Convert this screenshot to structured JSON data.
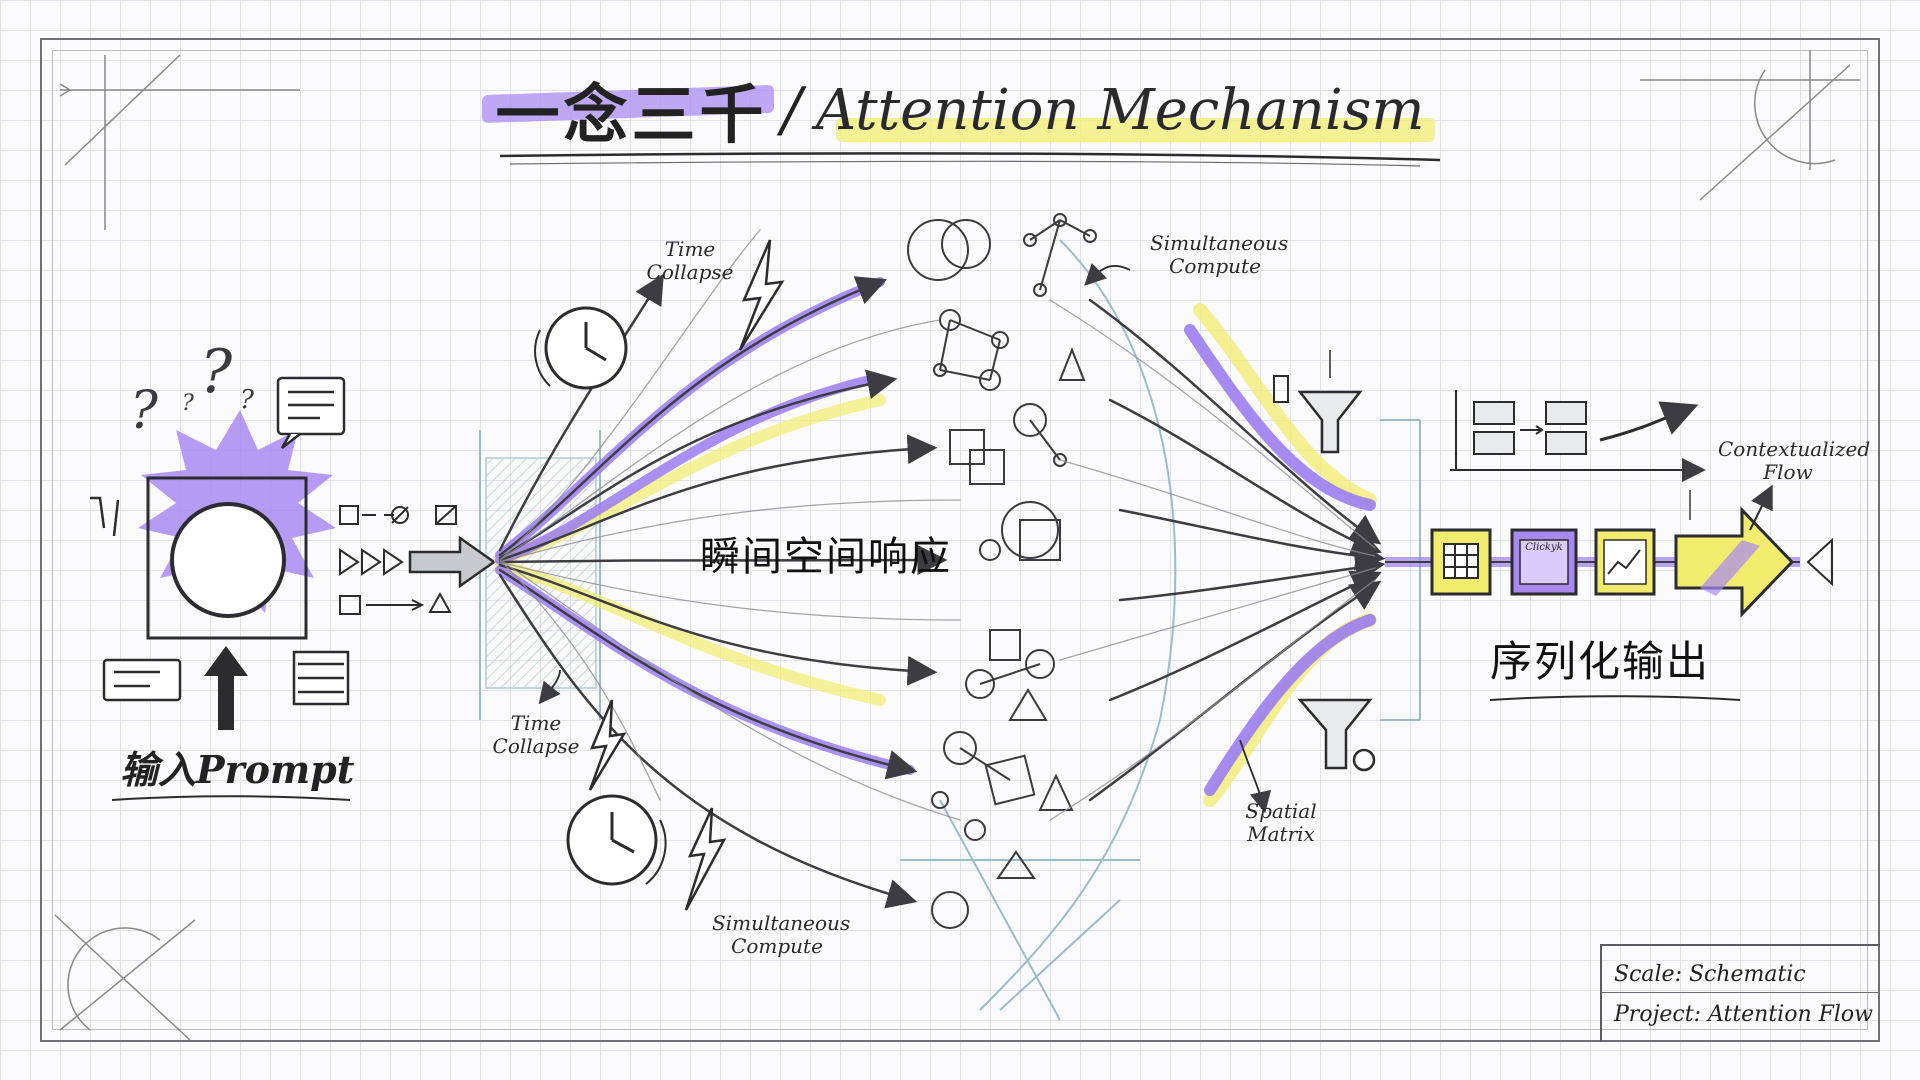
{
  "title": {
    "chinese": "一念三千",
    "separator": "/",
    "english": "Attention Mechanism"
  },
  "labels": {
    "input": "输入Prompt",
    "center": "瞬间空间响应",
    "output": "序列化输出",
    "time_collapse_top": "Time Collapse",
    "time_collapse_bottom": "Time Collapse",
    "simultaneous_top": "Simultaneous Compute",
    "simultaneous_bottom": "Simultaneous Compute",
    "spatial_matrix": "Spatial Matrix",
    "contextualized_flow": "Contextualized Flow",
    "output_card_text": "Clickyk"
  },
  "meta": {
    "scale": "Scale: Schematic",
    "project": "Project: Attention Flow"
  },
  "colors": {
    "purple": "#9b7df0",
    "yellow": "#f2ec6e",
    "blueline": "#8fb6c4",
    "ink": "#2c2c30"
  }
}
